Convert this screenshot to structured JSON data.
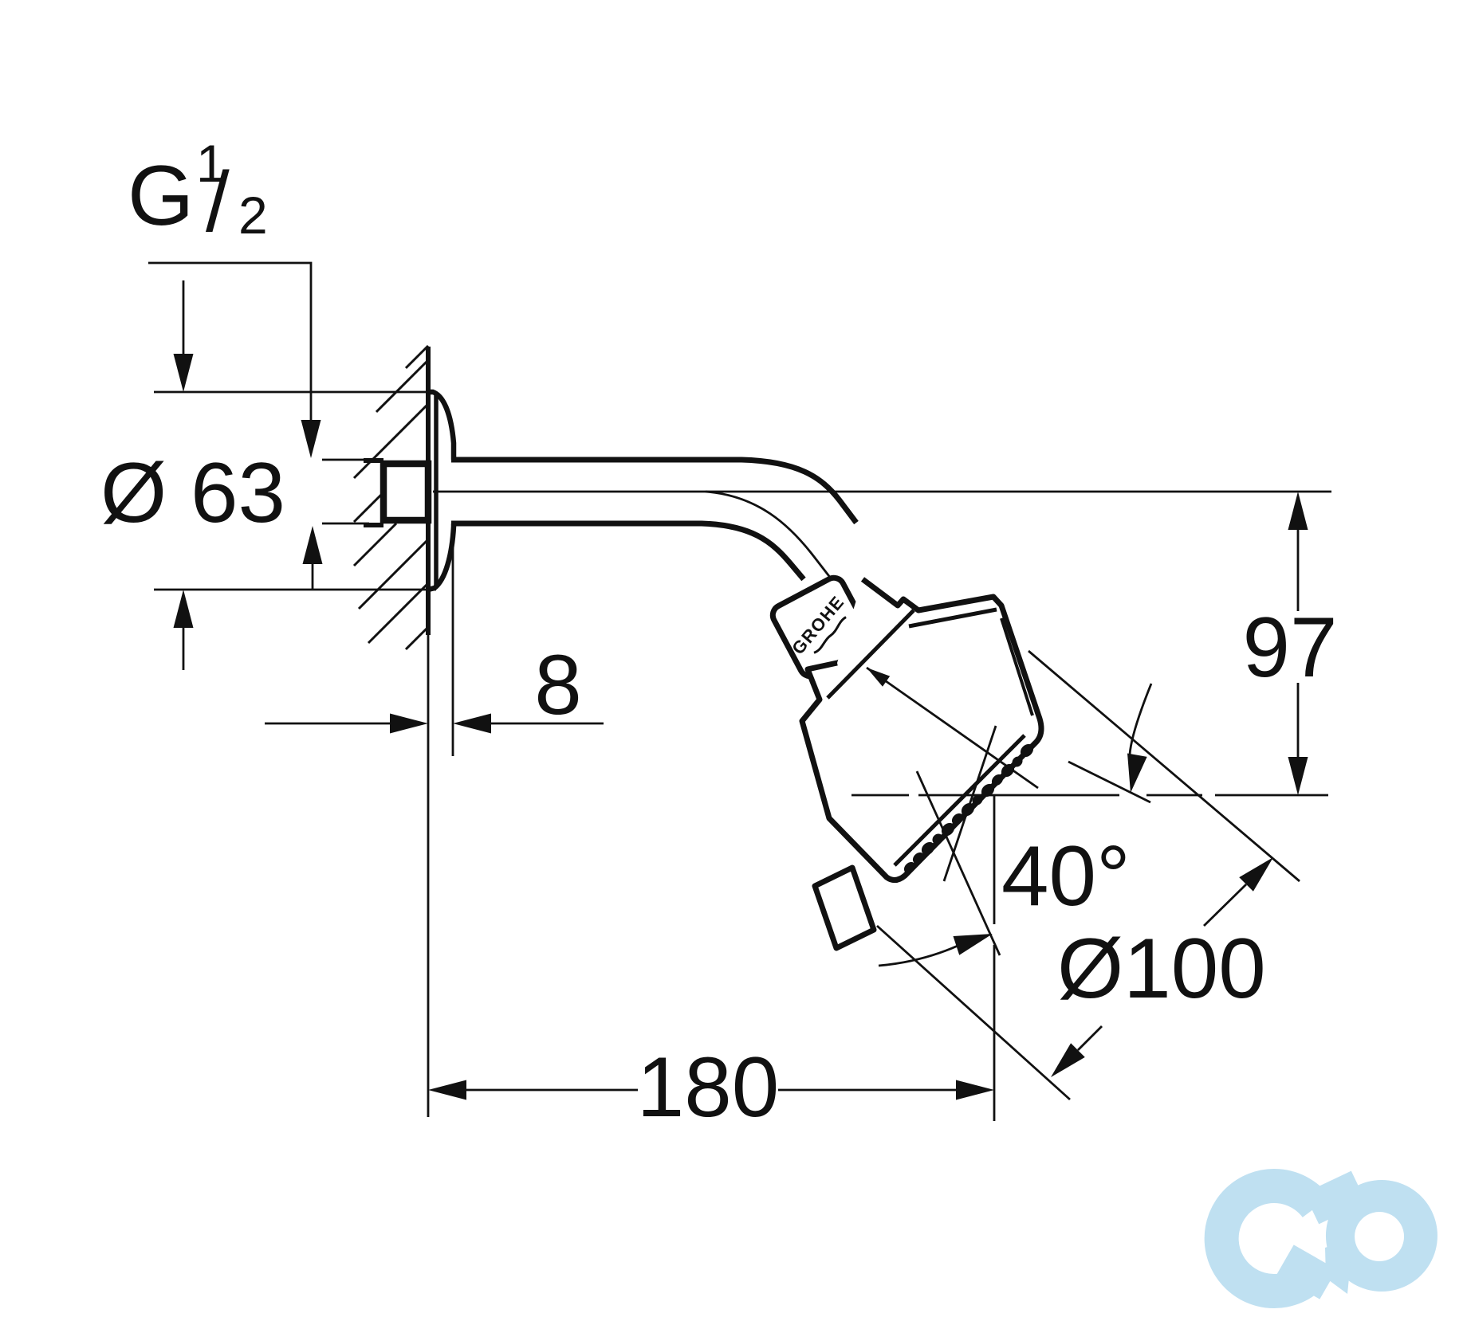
{
  "meta": {
    "title": "shower head dimensional drawing",
    "background": "#ffffff",
    "line_color": "#111111",
    "logo_color": "#bfe0f1"
  },
  "labels": {
    "thread_prefix": "G",
    "thread_numerator": "1",
    "thread_slash": "/",
    "thread_denominator": "2",
    "flange_diameter": "Ø 63",
    "flange_depth": "8",
    "head_drop": "97",
    "spray_angle": "40°",
    "head_diameter": "Ø100",
    "wall_distance": "180",
    "brand": "GROHE"
  }
}
